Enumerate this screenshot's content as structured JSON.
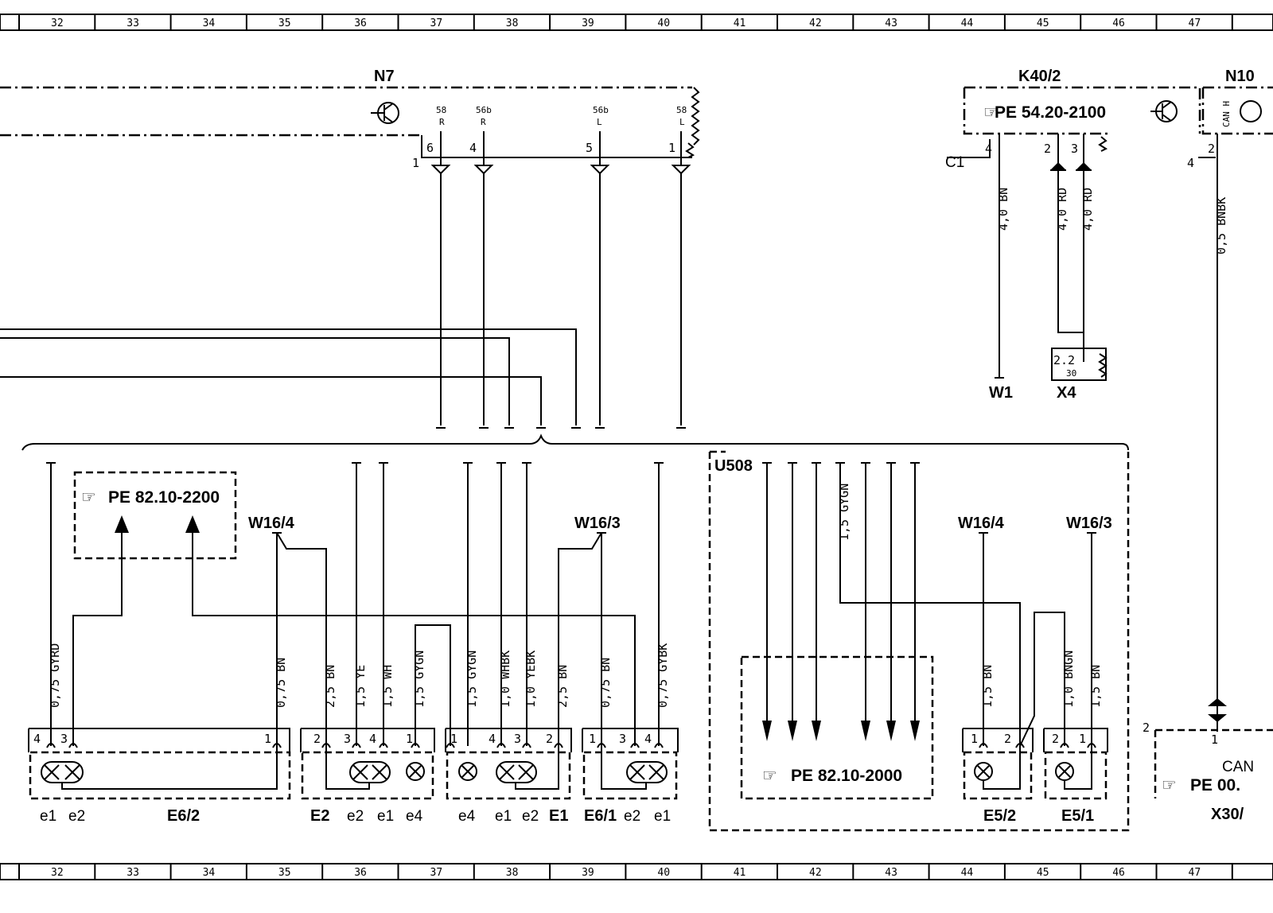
{
  "ruler": [
    "32",
    "33",
    "34",
    "35",
    "36",
    "37",
    "38",
    "39",
    "40",
    "41",
    "42",
    "43",
    "44",
    "45",
    "46",
    "47"
  ],
  "components": {
    "n7": "N7",
    "k40_2": "K40/2",
    "n10": "N10",
    "w1": "W1",
    "x4": "X4",
    "u508": "U508",
    "w16_4": "W16/4",
    "w16_3": "W16/3",
    "e6_2": "E6/2",
    "e2": "E2",
    "e1": "E1",
    "e6_1": "E6/1",
    "e5_2": "E5/2",
    "e5_1": "E5/1",
    "x30": "X30/"
  },
  "refs": {
    "pe_8210_2200": "PE 82.10-2200",
    "pe_5420_2100": "PE 54.20-2100",
    "pe_8210_2000": "PE 82.10-2000",
    "pe_00": "PE 00."
  },
  "n7_pins": [
    {
      "code": "58",
      "side": "R",
      "num": "6"
    },
    {
      "code": "56b",
      "side": "R",
      "num": "4"
    },
    {
      "code": "56b",
      "side": "L",
      "num": "5"
    },
    {
      "code": "58",
      "side": "L",
      "num": "1"
    }
  ],
  "wires": {
    "bn40": "4,0 BN",
    "rd40": "4,0 RD",
    "bnbk05": "0,5 BNBK",
    "gyrd075": "0,75 GYRD",
    "bn075": "0,75 BN",
    "bn25": "2,5 BN",
    "ye15": "1,5 YE",
    "wh15": "1,5 WH",
    "gygn15": "1,5 GYGN",
    "whbk10": "1,0 WHBK",
    "yebk10": "1,0 YEBK",
    "gybk075": "0,75 GYBK",
    "bn15": "1,5 BN",
    "bngn10": "1,0 BNGN"
  },
  "misc": {
    "c1": "C1",
    "can_h": "CAN H",
    "can": "CAN",
    "x4_pin": "2.2",
    "x4_sub": "30",
    "pin1": "1",
    "pin2": "2",
    "pin3": "3",
    "pin4": "4",
    "e1_sub": "e1",
    "e2_sub": "e2",
    "e4_sub": "e4"
  }
}
